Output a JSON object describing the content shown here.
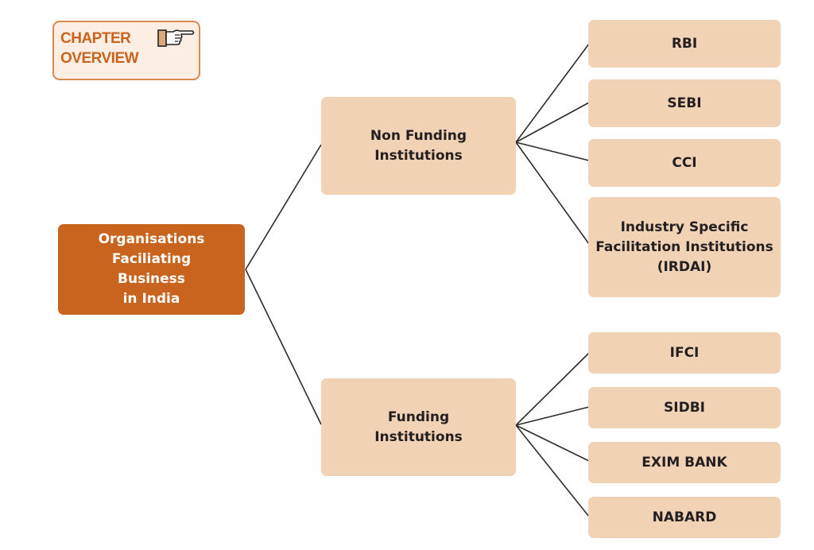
{
  "badge": {
    "line1": "CHAPTER",
    "line2": "OVERVIEW",
    "icon": "pointing-hand-icon"
  },
  "colors": {
    "root_fill": "#c9641f",
    "node_fill": "#f1d2b5",
    "badge_border": "#d58a52",
    "badge_text": "#c9641f",
    "connector": "#2b2b2b"
  },
  "diagram": {
    "root": {
      "label": "Organisations\nFaciliating\nBusiness\nin India"
    },
    "branches": [
      {
        "label": "Non Funding\nInstitutions",
        "children": [
          {
            "label": "RBI"
          },
          {
            "label": "SEBI"
          },
          {
            "label": "CCI"
          },
          {
            "label": "Industry Specific\nFacilitation Institutions\n(IRDAI)"
          }
        ]
      },
      {
        "label": "Funding\nInstitutions",
        "children": [
          {
            "label": "IFCI"
          },
          {
            "label": "SIDBI"
          },
          {
            "label": "EXIM BANK"
          },
          {
            "label": "NABARD"
          }
        ]
      }
    ]
  }
}
